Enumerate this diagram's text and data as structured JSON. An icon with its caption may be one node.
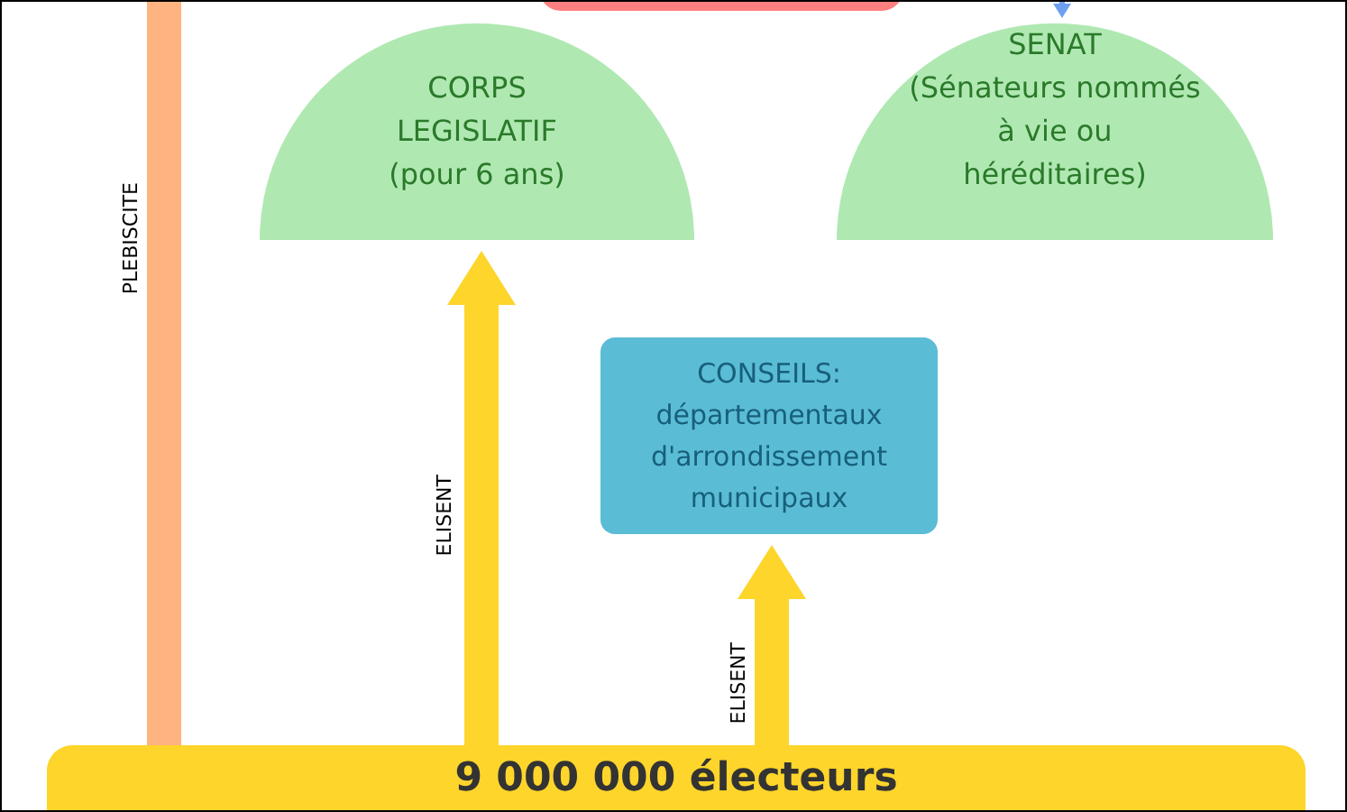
{
  "diagram": {
    "nodes": [
      {
        "text": [],
        "shape": "box"
      },
      {
        "text": [
          "CORPS LEGISLATIF",
          "(pour 6 ans)"
        ]
      },
      {
        "text": [
          "SENAT",
          "(Sénateurs nommés à vie ou héréditaires)"
        ]
      },
      {
        "text": [
          "CONSEILS:",
          "départementaux d'arrondissement municipaux"
        ]
      },
      {
        "text": [
          "9 000 000 électeurs"
        ]
      }
    ],
    "edges": [
      {
        "from": 4,
        "to": 1,
        "arrow": "to",
        "label": "ELISENT"
      },
      {
        "from": 4,
        "to": 3,
        "arrow": "to",
        "label": "ELISENT"
      },
      {
        "from": 4,
        "to": null,
        "arrow": "none",
        "label": "PLEBISCITE",
        "color": "#ffb380"
      },
      {
        "from": null,
        "to": 2,
        "arrow": "to",
        "color": "#6fa0f0"
      }
    ]
  }
}
